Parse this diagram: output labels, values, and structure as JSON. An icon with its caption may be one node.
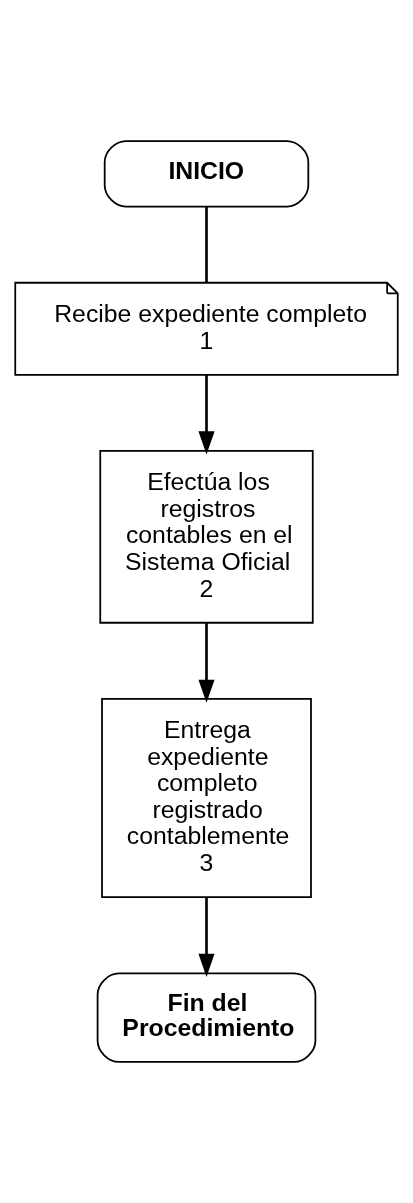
{
  "diagram": {
    "nodes": [
      {
        "text": [
          "INICIO"
        ]
      },
      {
        "text": [
          "Recibe expediente completo",
          "1"
        ]
      },
      {
        "text": [
          "Efectúa los registros contables en el Sistema Oficial",
          "2"
        ]
      },
      {
        "text": [
          "Entrega expediente completo registrado contablemente",
          "3"
        ]
      },
      {
        "text": [
          "Fin del Procedimiento"
        ]
      }
    ],
    "edges": [
      {
        "from": 0,
        "to": 1,
        "arrow": "none"
      },
      {
        "from": 1,
        "to": 2,
        "arrow": "to"
      },
      {
        "from": 2,
        "to": 3,
        "arrow": "to"
      },
      {
        "from": 3,
        "to": 4,
        "arrow": "to"
      }
    ]
  }
}
